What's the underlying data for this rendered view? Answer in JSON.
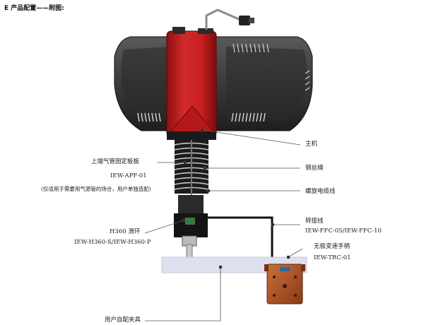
{
  "document": {
    "title": "E 产品配置——附图:"
  },
  "labels": {
    "host": "主机",
    "plate_title": "上端气管固定板板",
    "plate_model": "IEW-APF-01",
    "plate_note": "(仅适用于需要用气源管的场合，用户单独选配)",
    "wire_rope": "钢丝绳",
    "coil_cable": "螺旋电缆线",
    "slide_ring_title": "H360 滑环",
    "slide_ring_model": "IEW-H360-S/IEW-H360-P",
    "adapter_title": "转接线",
    "adapter_model": "IEW-FFC-05/IEW-FFC-10",
    "handle_title": "无极变速手柄",
    "handle_model": "IEW-TRC-01",
    "fixture": "用户自配夹具"
  },
  "colors": {
    "housing": "#3a3a3a",
    "housing_dark": "#1e1e1e",
    "red": "#c81f1f",
    "red_dark": "#8e1010",
    "fixture_bar": "#dde0ee",
    "handle_box": "#b0532a",
    "leader": "#555555"
  }
}
